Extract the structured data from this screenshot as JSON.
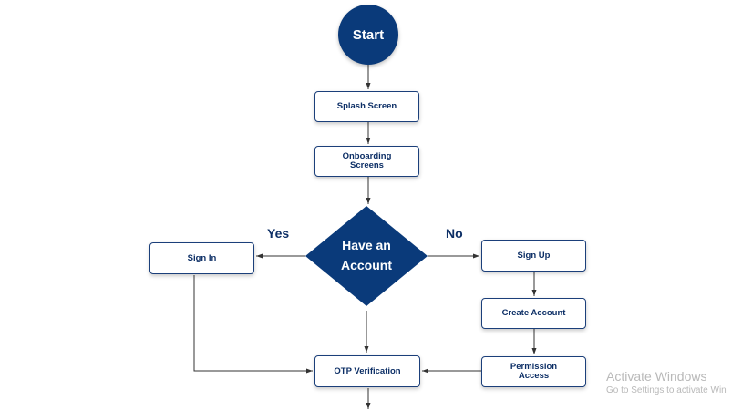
{
  "flowchart": {
    "start": "Start",
    "splash_screen": "Splash Screen",
    "onboarding_screens": "Onboarding\nScreens",
    "decision": "Have an\nAccount",
    "yes_label": "Yes",
    "no_label": "No",
    "sign_in": "Sign In",
    "sign_up": "Sign Up",
    "create_account": "Create Account",
    "permission_access": "Permission\nAccess",
    "otp_verification": "OTP Verification"
  },
  "colors": {
    "primary": "#0a3a7a",
    "text": "#0d2f66",
    "line": "#333333"
  },
  "watermark": {
    "title": "Activate Windows",
    "subtitle": "Go to Settings to activate Win"
  }
}
